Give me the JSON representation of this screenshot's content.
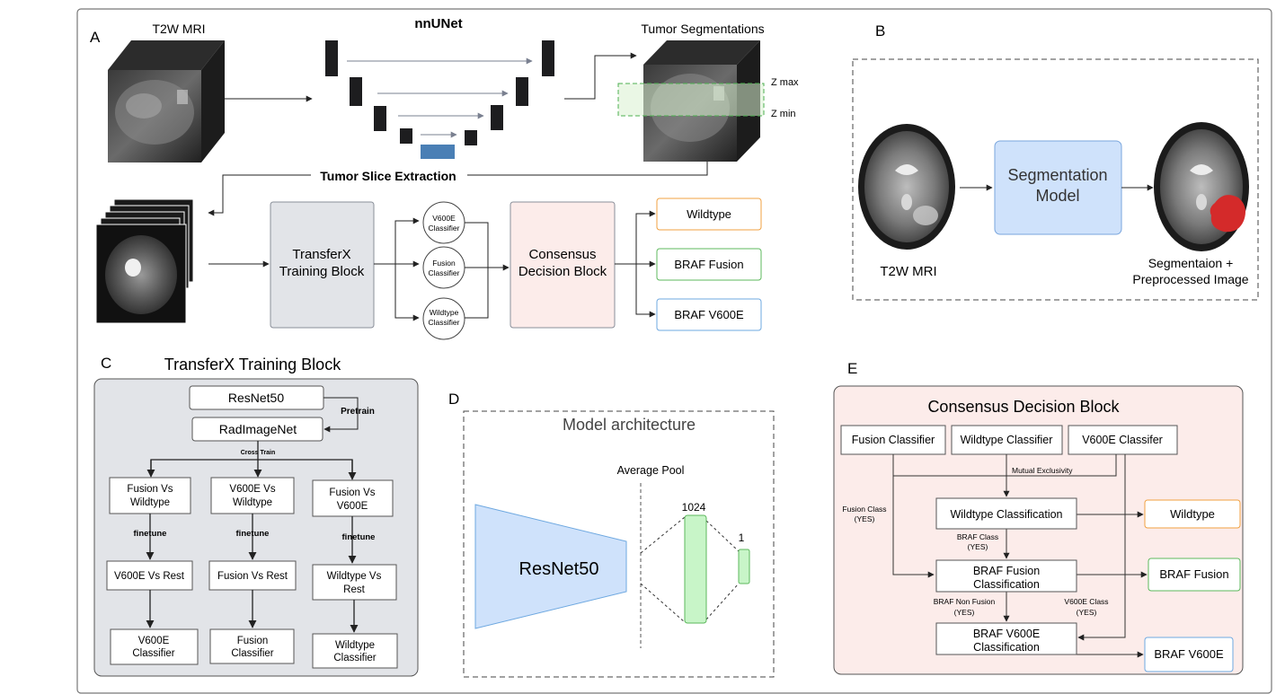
{
  "panel_letters": {
    "a": "A",
    "b": "B",
    "c": "C",
    "d": "D",
    "e": "E"
  },
  "panel_a": {
    "t2w_label": "T2W MRI",
    "nnunet_label": "nnUNet",
    "tumor_seg_label": "Tumor Segmentations",
    "zmax": "Z max",
    "zmin": "Z min",
    "slice_extraction": "Tumor Slice Extraction",
    "training_block_line1": "TransferX",
    "training_block_line2": "Training Block",
    "classifier_v600e": [
      "V600E",
      "Classifier"
    ],
    "classifier_fusion": [
      "Fusion",
      "Classifier"
    ],
    "classifier_wildtype": [
      "Wildtype",
      "Classifier"
    ],
    "consensus_line1": "Consensus",
    "consensus_line2": "Decision Block",
    "out_wildtype": "Wildtype",
    "out_fusion": "BRAF Fusion",
    "out_v600e": "BRAF V600E"
  },
  "panel_b": {
    "seg_model_line1": "Segmentation",
    "seg_model_line2": "Model",
    "t2w_label": "T2W MRI",
    "result_line1": "Segmentaion +",
    "result_line2": "Preprocessed Image"
  },
  "panel_c": {
    "title": "TransferX Training Block",
    "resnet": "ResNet50",
    "radimagenet": "RadImageNet",
    "pretrain": "Pretrain",
    "cross_train": "Cross Train",
    "col1_top": [
      "Fusion Vs",
      "Wildtype"
    ],
    "col2_top": [
      "V600E Vs",
      "Wildtype"
    ],
    "col3_top": [
      "Fusion Vs",
      "V600E"
    ],
    "finetune": "finetune",
    "col1_mid": [
      "V600E Vs Rest"
    ],
    "col2_mid": [
      "Fusion Vs Rest"
    ],
    "col3_mid": [
      "Wildtype Vs",
      "Rest"
    ],
    "col1_out": [
      "V600E",
      "Classifier"
    ],
    "col2_out": [
      "Fusion",
      "Classifier"
    ],
    "col3_out": [
      "Wildtype",
      "Classifier"
    ]
  },
  "panel_d": {
    "title": "Model architecture",
    "avg_pool": "Average Pool",
    "resnet": "ResNet50",
    "dim_1024": "1024",
    "dim_1": "1"
  },
  "panel_e": {
    "title": "Consensus Decision Block",
    "fusion_classifier": "Fusion Classifier",
    "wildtype_classifier": "Wildtype Classifier",
    "v600e_classifier": "V600E Classifer",
    "mutual_exclusivity": "Mutual Exclusivity",
    "fusion_class_yes": [
      "Fusion Class",
      "(YES)"
    ],
    "wildtype_classification": "Wildtype Classification",
    "braf_class_yes": [
      "BRAF Class",
      "(YES)"
    ],
    "braf_fusion_classification": [
      "BRAF Fusion",
      "Classification"
    ],
    "braf_non_fusion_yes": [
      "BRAF Non Fusion",
      "(YES)"
    ],
    "v600e_class_yes": [
      "V600E Class",
      "(YES)"
    ],
    "braf_v600e_classification": [
      "BRAF V600E",
      "Classification"
    ],
    "out_wildtype": "Wildtype",
    "out_fusion": "BRAF Fusion",
    "out_v600e": "BRAF V600E"
  },
  "colors": {
    "orange": "#f0a040",
    "green": "#5cb85c",
    "blue": "#6ea8e0",
    "grey_block": "#e2e4e8",
    "pink_block": "#fcecea",
    "seg_model_fill": "#cfe2fb",
    "nnunet_bar": "#1d1d1f",
    "nnunet_bottleneck": "#4a7fb5",
    "tumor_red": "#d42a2a",
    "feature_green": "#c8f5c8"
  }
}
